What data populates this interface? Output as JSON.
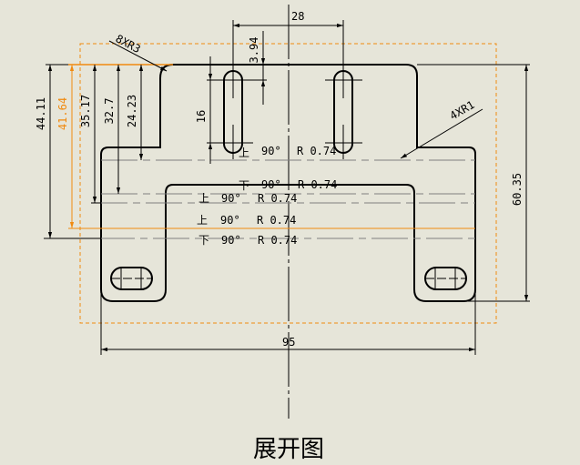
{
  "drawing": {
    "title": "展开图",
    "colors": {
      "background": "#e6e5d9",
      "outline": "#000000",
      "highlight": "#f08a10",
      "bend_line": "#808080"
    },
    "dimensions": {
      "top_slot_spacing": "28",
      "slot_offset": "3.94",
      "slot_length": "16",
      "corner_radius_note": "8XR3",
      "inner_radius_note": "4XR1",
      "height_total": "44.11",
      "height_highlight": "41.64",
      "height_35": "35.17",
      "height_32": "32.7",
      "height_24": "24.23",
      "right_height": "60.35",
      "overall_width": "95"
    },
    "bend_notes": [
      {
        "direction": "上",
        "angle": "90°",
        "radius": "R 0.74"
      },
      {
        "direction": "下",
        "angle": "90°",
        "radius": "R 0.74"
      },
      {
        "direction": "上",
        "angle": "90°",
        "radius": "R 0.74"
      },
      {
        "direction": "上",
        "angle": "90°",
        "radius": "R 0.74"
      },
      {
        "direction": "下",
        "angle": "90°",
        "radius": "R 0.74"
      }
    ]
  }
}
